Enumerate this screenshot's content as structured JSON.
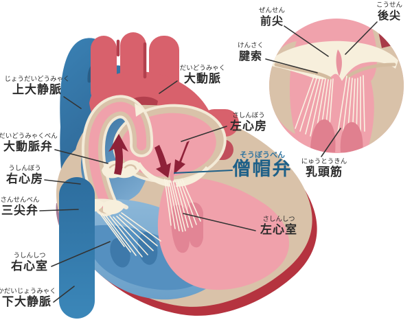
{
  "labels": {
    "superior_vena_cava": {
      "furigana": "じょうだいどうみゃく",
      "text": "上大静脈"
    },
    "aorta": {
      "furigana": "だいどうみゃく",
      "text": "大動脈"
    },
    "aortic_valve": {
      "furigana": "だいどうみゃくべん",
      "text": "大動脈弁"
    },
    "right_atrium": {
      "furigana": "うしんぼう",
      "text": "右心房"
    },
    "tricuspid_valve": {
      "furigana": "さんせんべん",
      "text": "三尖弁"
    },
    "right_ventricle": {
      "furigana": "うしんしつ",
      "text": "右心室"
    },
    "inferior_vena_cava": {
      "furigana": "かだいじょうみゃく",
      "text": "下大静脈"
    },
    "left_atrium": {
      "furigana": "さしんぼう",
      "text": "左心房"
    },
    "mitral_valve": {
      "furigana": "そうぼうべん",
      "text": "僧帽弁"
    },
    "left_ventricle": {
      "furigana": "さしんしつ",
      "text": "左心室"
    },
    "papillary_muscle": {
      "furigana": "にゅうとうきん",
      "text": "乳頭筋"
    },
    "anterior_leaflet": {
      "furigana": "ぜんせん",
      "text": "前尖"
    },
    "posterior_leaflet": {
      "furigana": "こうせん",
      "text": "後尖"
    },
    "chordae_tendineae": {
      "furigana": "けんさく",
      "text": "腱索"
    }
  },
  "colors": {
    "vein_blue": "#3a7db0",
    "artery_red": "#d8616c",
    "artery_dark": "#b23f4d",
    "chamber_pink": "#f0a1ab",
    "wall_tan": "#d9c2a9",
    "valve_cream": "#f7efdc",
    "chordae_cream": "#faf3e3",
    "arrow_maroon": "#8e2138",
    "rim_red": "#b5333f",
    "papillary_pink": "#e0808f",
    "highlight_blue": "#1e6088",
    "furigana_blue": "#2f74a0",
    "label_color": "#2b2b2b"
  }
}
